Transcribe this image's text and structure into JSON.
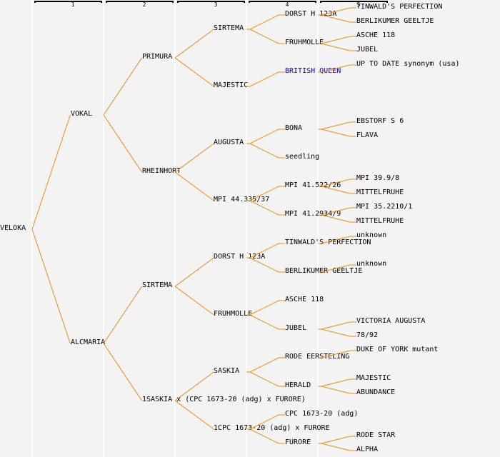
{
  "columns": [
    {
      "label": "1"
    },
    {
      "label": "2"
    },
    {
      "label": "3"
    },
    {
      "label": "4"
    },
    {
      "label": "5"
    }
  ],
  "colors": {
    "background": "#f3f3f3",
    "separator": "#ffffff",
    "line": "#f08a10",
    "text": "#000000",
    "link_text": "#0000cc"
  },
  "tree": {
    "name": "VELOKA",
    "children": [
      {
        "name": "VOKAL",
        "children": [
          {
            "name": "PRIMURA",
            "children": [
              {
                "name": "SIRTEMA",
                "children": [
                  {
                    "name": "DORST H 123A",
                    "children": [
                      {
                        "name": "TINWALD'S PERFECTION"
                      },
                      {
                        "name": "BERLIKUMER GEELTJE"
                      }
                    ]
                  },
                  {
                    "name": "FRUHMOLLE",
                    "children": [
                      {
                        "name": "ASCHE 118"
                      },
                      {
                        "name": "JUBEL"
                      }
                    ]
                  }
                ]
              },
              {
                "name": "MAJESTIC",
                "children": [
                  {
                    "name": "BRITISH QUEEN",
                    "link": true,
                    "children": [
                      {
                        "name": "UP TO DATE synonym (usa)"
                      }
                    ]
                  },
                  null
                ]
              }
            ]
          },
          {
            "name": "RHEINHORT",
            "children": [
              {
                "name": "AUGUSTA",
                "children": [
                  {
                    "name": "BONA",
                    "children": [
                      {
                        "name": "EBSTORF S 6"
                      },
                      {
                        "name": "FLAVA"
                      }
                    ]
                  },
                  {
                    "name": "seedling"
                  }
                ]
              },
              {
                "name": "MPI 44.335/37",
                "children": [
                  {
                    "name": "MPI 41.522/26",
                    "children": [
                      {
                        "name": "MPI 39.9/8"
                      },
                      {
                        "name": "MITTELFRUHE"
                      }
                    ]
                  },
                  {
                    "name": "MPI 41.2934/9",
                    "children": [
                      {
                        "name": "MPI 35.2210/1"
                      },
                      {
                        "name": "MITTELFRUHE"
                      }
                    ]
                  }
                ]
              }
            ]
          }
        ]
      },
      {
        "name": "ALCMARIA",
        "children": [
          {
            "name": "SIRTEMA",
            "children": [
              {
                "name": "DORST H 123A",
                "children": [
                  {
                    "name": "TINWALD'S PERFECTION",
                    "children": [
                      {
                        "name": "unknown"
                      }
                    ]
                  },
                  {
                    "name": "BERLIKUMER GEELTJE",
                    "children": [
                      {
                        "name": "unknown"
                      }
                    ]
                  }
                ]
              },
              {
                "name": "FRUHMOLLE",
                "children": [
                  {
                    "name": "ASCHE 118"
                  },
                  {
                    "name": "JUBEL",
                    "children": [
                      {
                        "name": "VICTORIA AUGUSTA"
                      },
                      {
                        "name": "78/92"
                      }
                    ]
                  }
                ]
              }
            ]
          },
          {
            "name": "1SASKIA x (CPC 1673-20 (adg) x FURORE)",
            "children": [
              {
                "name": "SASKIA",
                "children": [
                  {
                    "name": "RODE EERSTELING",
                    "children": [
                      {
                        "name": "DUKE OF YORK mutant"
                      }
                    ]
                  },
                  {
                    "name": "HERALD",
                    "children": [
                      {
                        "name": "MAJESTIC"
                      },
                      {
                        "name": "ABUNDANCE"
                      }
                    ]
                  }
                ]
              },
              {
                "name": "1CPC 1673-20 (adg) x FURORE",
                "children": [
                  {
                    "name": "CPC 1673-20 (adg)"
                  },
                  {
                    "name": "FURORE",
                    "children": [
                      {
                        "name": "RODE STAR"
                      },
                      {
                        "name": "ALPHA"
                      }
                    ]
                  }
                ]
              }
            ]
          }
        ]
      }
    ]
  }
}
